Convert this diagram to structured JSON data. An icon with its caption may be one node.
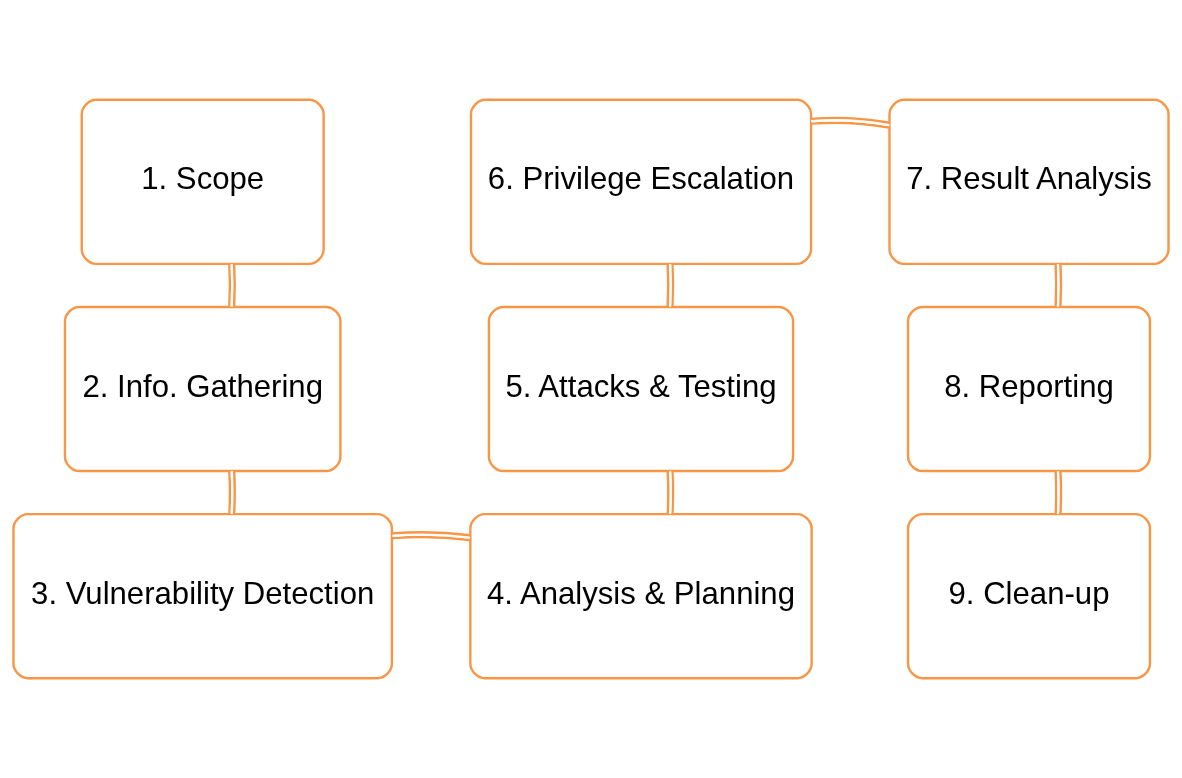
{
  "diagram": {
    "nodes": [
      {
        "text": [
          "1. Scope"
        ]
      },
      {
        "text": [
          "2. Info. Gathering"
        ]
      },
      {
        "text": [
          "3. Vulnerability Detection"
        ]
      },
      {
        "text": [
          "4. Analysis & Planning"
        ]
      },
      {
        "text": [
          "5. Attacks & Testing"
        ]
      },
      {
        "text": [
          "6. Privilege Escalation"
        ]
      },
      {
        "text": [
          "7. Result Analysis"
        ]
      },
      {
        "text": [
          "8. Reporting"
        ]
      },
      {
        "text": [
          "9. Clean-up"
        ]
      }
    ],
    "edges": [
      {
        "from": 0,
        "to": 1,
        "arrow": "none"
      },
      {
        "from": 1,
        "to": 2,
        "arrow": "none"
      },
      {
        "from": 2,
        "to": 3,
        "arrow": "none"
      },
      {
        "from": 3,
        "to": 4,
        "arrow": "none"
      },
      {
        "from": 4,
        "to": 5,
        "arrow": "none"
      },
      {
        "from": 5,
        "to": 6,
        "arrow": "none"
      },
      {
        "from": 6,
        "to": 7,
        "arrow": "none"
      },
      {
        "from": 7,
        "to": 8,
        "arrow": "none"
      }
    ]
  }
}
